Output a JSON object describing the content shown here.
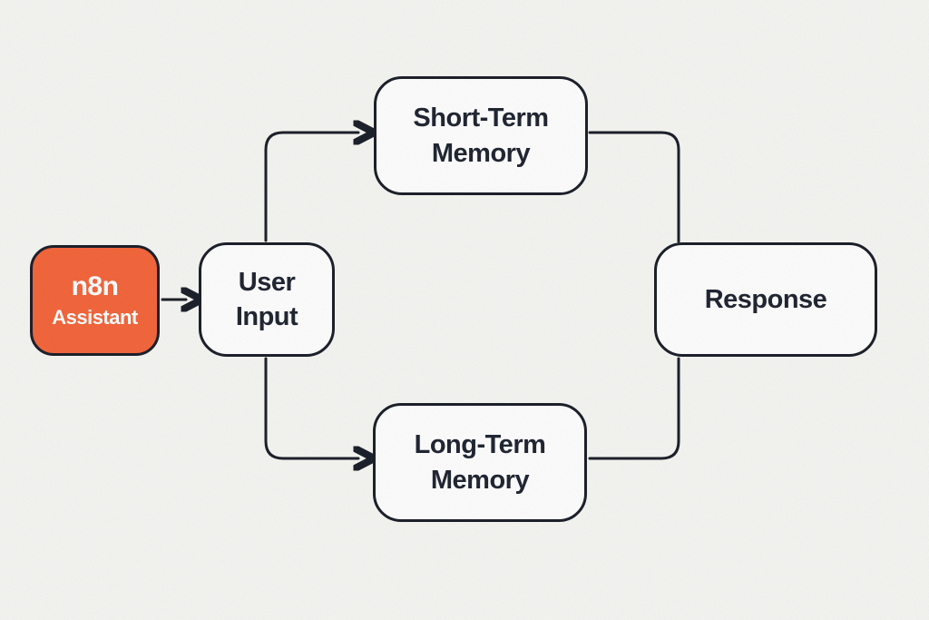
{
  "colors": {
    "background": "#f6f6f3",
    "line": "#1d212b",
    "node_fill": "#ffffff",
    "node_border": "#1d212b",
    "accent_fill": "#f4673d",
    "accent_text": "#ffffff",
    "text": "#212733"
  },
  "nodes": {
    "assistant": {
      "title": "n8n",
      "subtitle": "Assistant"
    },
    "user_input": {
      "line1": "User",
      "line2": "Input"
    },
    "short_term": {
      "line1": "Short-Term",
      "line2": "Memory"
    },
    "long_term": {
      "line1": "Long-Term",
      "line2": "Memory"
    },
    "response": {
      "label": "Response"
    }
  }
}
